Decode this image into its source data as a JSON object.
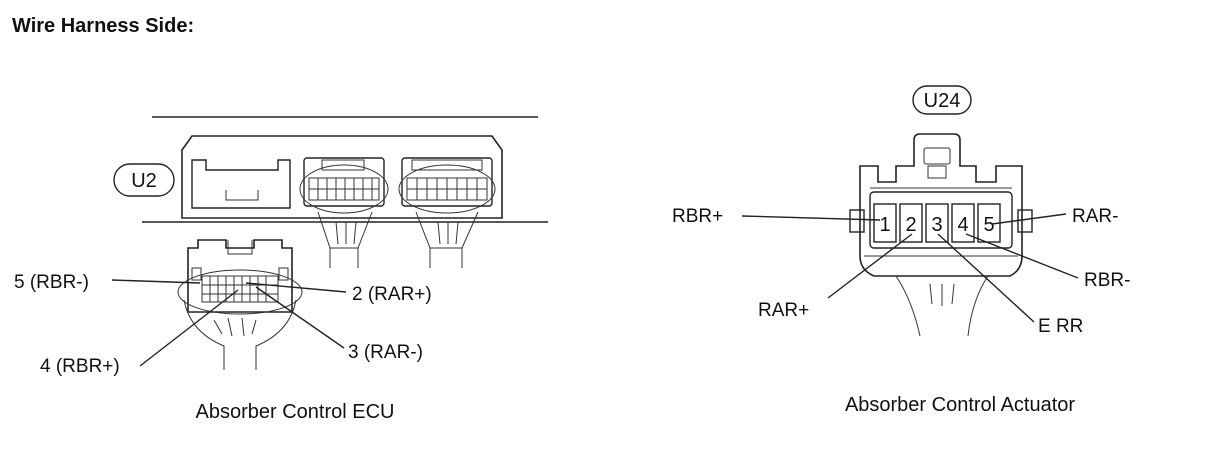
{
  "header": {
    "title": "Wire Harness Side:"
  },
  "ecu": {
    "connector_code": "U2",
    "caption": "Absorber Control ECU",
    "labels": {
      "rbr_minus": "5 (RBR-)",
      "rar_plus": "2 (RAR+)",
      "rbr_plus": "4 (RBR+)",
      "rar_minus": "3 (RAR-)"
    }
  },
  "actuator": {
    "connector_code": "U24",
    "caption": "Absorber Control Actuator",
    "pins": [
      "1",
      "2",
      "3",
      "4",
      "5"
    ],
    "labels": {
      "rbr_plus": "RBR+",
      "rar_minus": "RAR-",
      "rbr_minus": "RBR-",
      "rar_plus": "RAR+",
      "e_rr": "E RR"
    }
  }
}
